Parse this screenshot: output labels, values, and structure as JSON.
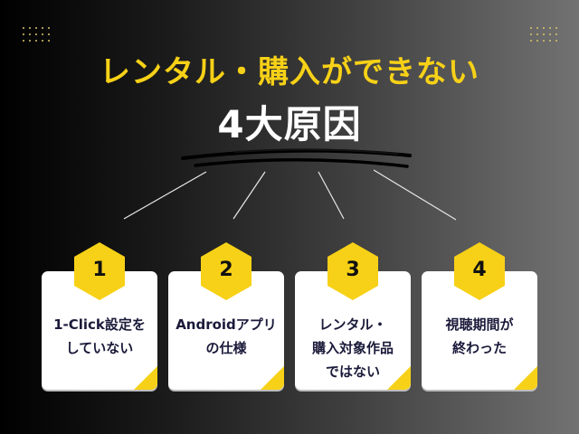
{
  "title": {
    "line1": "レンタル・購入ができない",
    "line2": "4大原因"
  },
  "colors": {
    "accent": "#f7d117",
    "card_bg": "#ffffff",
    "card_text": "#1a1a3a",
    "title_white": "#ffffff"
  },
  "cards": [
    {
      "number": "1",
      "text": "1-Click設定を\nしていない"
    },
    {
      "number": "2",
      "text": "Androidアプリ\nの仕様"
    },
    {
      "number": "3",
      "text": "レンタル・\n購入対象作品\nではない"
    },
    {
      "number": "4",
      "text": "視聴期間が\n終わった"
    }
  ],
  "decorations": {
    "dot_grid_icon": "dot-grid",
    "brush_stroke": "brush-underline",
    "connector_lines": 4
  }
}
